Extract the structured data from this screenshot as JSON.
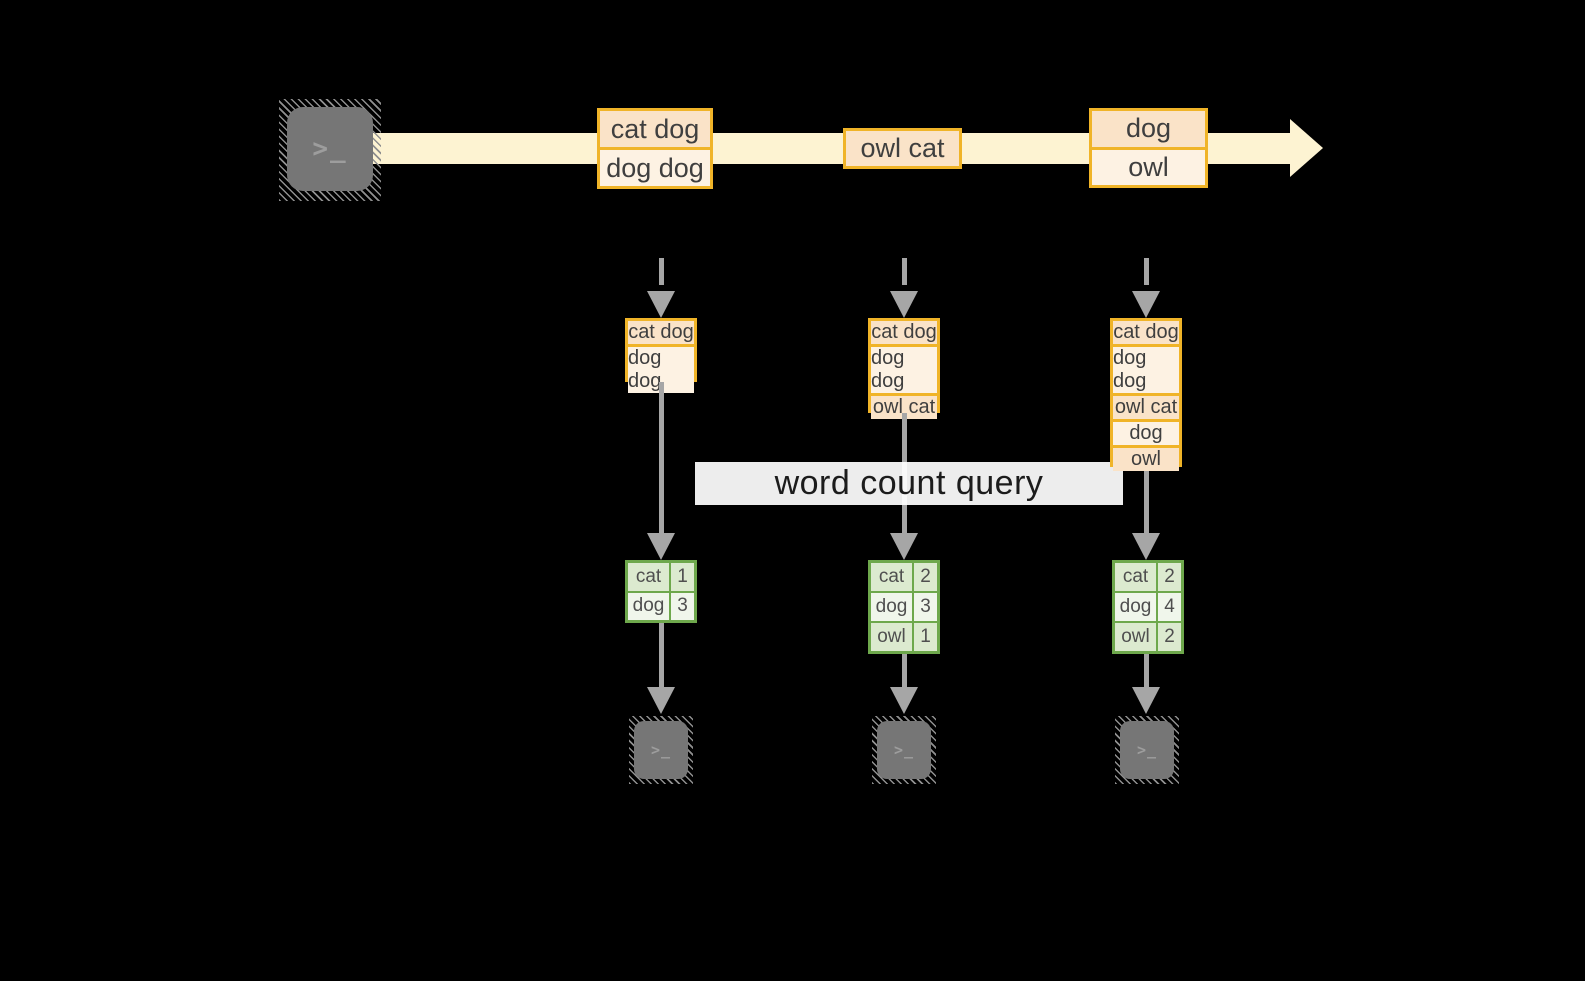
{
  "diagram": {
    "banner": {
      "label": "word count query"
    },
    "source_terminal": {
      "prompt": ">_"
    },
    "stream": {
      "events": [
        {
          "rows": [
            "cat dog",
            "dog dog"
          ]
        },
        {
          "rows": [
            "owl cat"
          ]
        },
        {
          "rows": [
            "dog",
            "owl"
          ]
        }
      ]
    },
    "snapshots": [
      {
        "buffer": [
          "cat dog",
          "dog dog"
        ],
        "counts": [
          {
            "word": "cat",
            "count": "1"
          },
          {
            "word": "dog",
            "count": "3"
          }
        ]
      },
      {
        "buffer": [
          "cat dog",
          "dog dog",
          "owl cat"
        ],
        "counts": [
          {
            "word": "cat",
            "count": "2"
          },
          {
            "word": "dog",
            "count": "3"
          },
          {
            "word": "owl",
            "count": "1"
          }
        ]
      },
      {
        "buffer": [
          "cat dog",
          "dog dog",
          "owl cat",
          "dog",
          "owl"
        ],
        "counts": [
          {
            "word": "cat",
            "count": "2"
          },
          {
            "word": "dog",
            "count": "4"
          },
          {
            "word": "owl",
            "count": "2"
          }
        ]
      }
    ],
    "output_terminals": [
      {
        "prompt": ">_"
      },
      {
        "prompt": ">_"
      },
      {
        "prompt": ">_"
      }
    ],
    "colors": {
      "background": "#000000",
      "stream_fill": "#FDF3D2",
      "event_border": "#F0B428",
      "event_row_dark": "#FAE3C8",
      "event_row_light": "#FDF2E3",
      "table_border": "#6EA84C",
      "table_row_dark": "#DCEACF",
      "table_row_light": "#F0F6EB",
      "arrow_gray": "#A6A6A6",
      "terminal_fill": "#767676"
    }
  }
}
